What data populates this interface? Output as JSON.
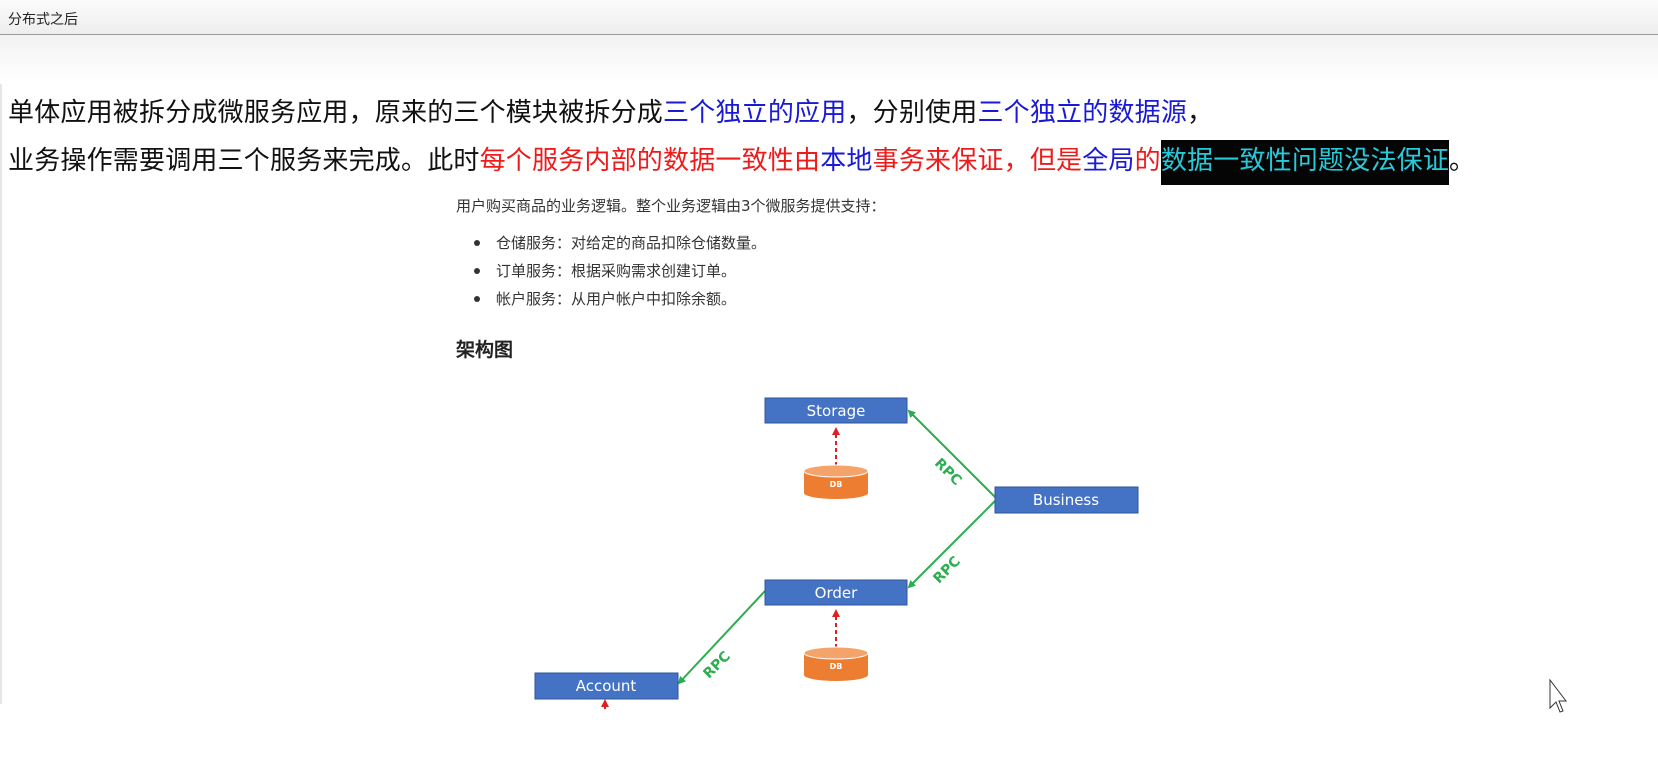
{
  "window": {
    "title": "分布式之后"
  },
  "paragraph": {
    "line1": [
      {
        "text": "单体应用被拆分成微服务应用，原来的三个模块被拆分成",
        "style": "plain"
      },
      {
        "text": "三个独立的应用",
        "style": "blue"
      },
      {
        "text": "，分别使用",
        "style": "plain"
      },
      {
        "text": "三个独立的数据源",
        "style": "blue"
      },
      {
        "text": "，",
        "style": "plain"
      }
    ],
    "line2": [
      {
        "text": "业务操作需要调用三个服务来完成。此时",
        "style": "plain"
      },
      {
        "text": "每个服务内部的数据一致性由",
        "style": "red"
      },
      {
        "text": "本地",
        "style": "blue"
      },
      {
        "text": "事务来保证，但是",
        "style": "red"
      },
      {
        "text": "全局",
        "style": "blue"
      },
      {
        "text": "的",
        "style": "red"
      },
      {
        "text": "数据一致性问题没法保证",
        "style": "highlight"
      },
      {
        "text": "。",
        "style": "plain"
      }
    ]
  },
  "embedded_doc": {
    "intro": "用户购买商品的业务逻辑。整个业务逻辑由3个微服务提供支持：",
    "bullets": [
      "仓储服务：对给定的商品扣除仓储数量。",
      "订单服务：根据采购需求创建订单。",
      "帐户服务：从用户帐户中扣除余额。"
    ],
    "section_title": "架构图"
  },
  "diagram": {
    "nodes": {
      "storage": "Storage",
      "business": "Business",
      "order": "Order",
      "account": "Account",
      "db1": "DB",
      "db2": "DB"
    },
    "edge_label": "RPC",
    "colors": {
      "node_fill": "#4472c4",
      "node_text": "#ffffff",
      "db_fill": "#ed7d31",
      "rpc_line": "#2bae4e",
      "db_link": "#e02020"
    }
  },
  "colors": {
    "blue_text": "#1a1ad6",
    "red_text": "#ee1b1b",
    "highlight_bg": "#050505",
    "highlight_text": "#28c9d9"
  }
}
